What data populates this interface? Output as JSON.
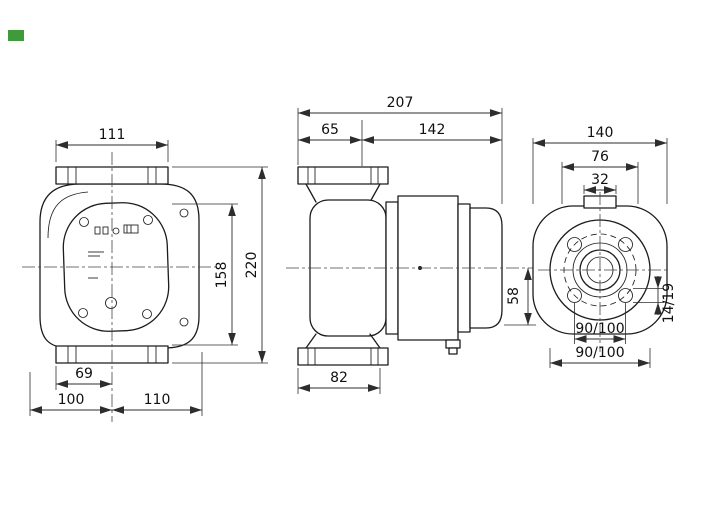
{
  "colors": {
    "background": "#ffffff",
    "line": "#1c1c1c",
    "dimension": "#2d2d2d",
    "text": "#101010",
    "accent_green": "#3f9b3a"
  },
  "views": {
    "front": {
      "dims": {
        "top_width": "111",
        "body_height": "158",
        "overall_height": "220",
        "foot_left": "69",
        "left_half": "100",
        "right_half": "110"
      }
    },
    "side": {
      "dims": {
        "overall_length": "207",
        "flange_to_motor": "65",
        "motor_length": "142",
        "flange_width": "82",
        "axis_to_bottom": "58"
      }
    },
    "rear": {
      "dims": {
        "overall_width": "140",
        "top_box_width": "76",
        "port_width": "32",
        "bolt_circle_upper": "90/100",
        "bolt_circle_lower": "90/100",
        "bolt_hole": "14/19"
      }
    }
  }
}
